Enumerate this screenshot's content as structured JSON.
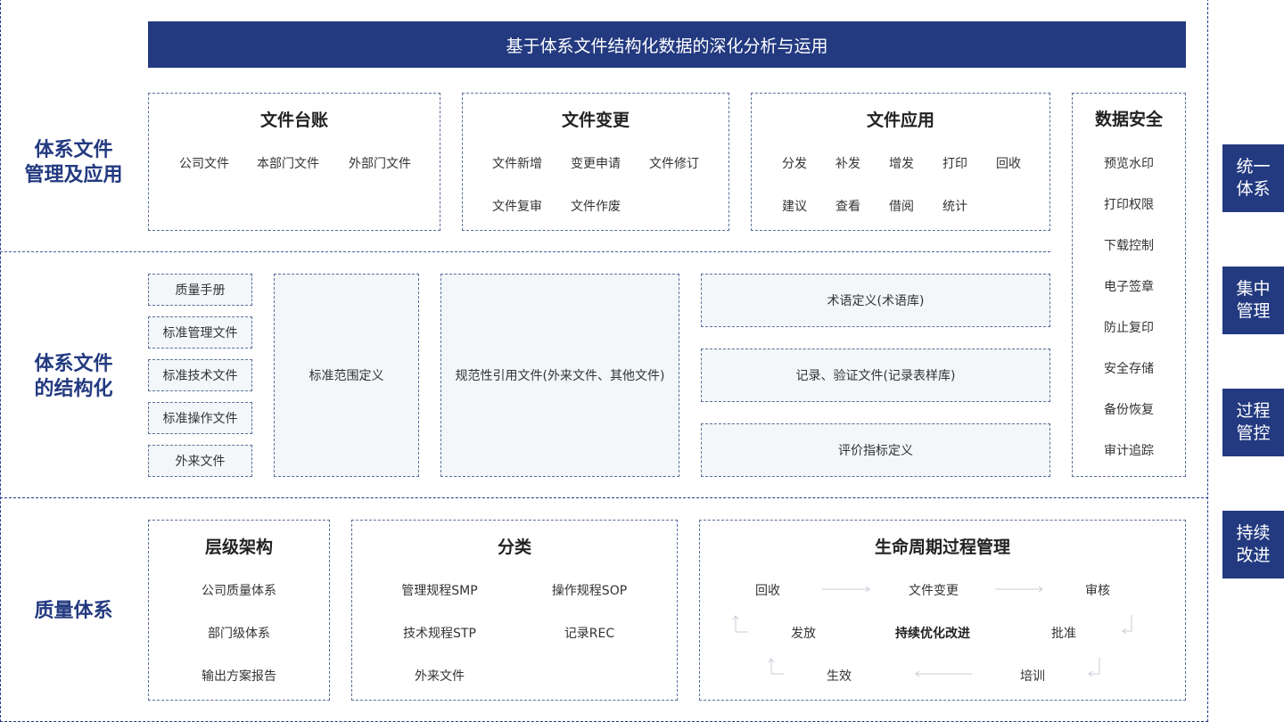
{
  "banner": "基于体系文件结构化数据的深化分析与运用",
  "sections": {
    "app": [
      "体系文件",
      "管理及应用"
    ],
    "struct": [
      "体系文件",
      "的结构化"
    ],
    "quality": "质量体系"
  },
  "ledger": {
    "title": "文件台账",
    "items": [
      "公司文件",
      "本部门文件",
      "外部门文件"
    ]
  },
  "change": {
    "title": "文件变更",
    "items": [
      "文件新增",
      "变更申请",
      "文件修订",
      "文件复审",
      "文件作废"
    ]
  },
  "application": {
    "title": "文件应用",
    "items": [
      "分发",
      "补发",
      "增发",
      "打印",
      "回收",
      "建议",
      "查看",
      "借阅",
      "统计"
    ]
  },
  "security": {
    "title": "数据安全",
    "items": [
      "预览水印",
      "打印权限",
      "下载控制",
      "电子签章",
      "防止复印",
      "安全存储",
      "备份恢复",
      "审计追踪"
    ]
  },
  "structure": {
    "doc_types": [
      "质量手册",
      "标准管理文件",
      "标准技术文件",
      "标准操作文件",
      "外来文件"
    ],
    "scope": "标准范围定义",
    "normative": "规范性引用文件(外来文件、其他文件)",
    "terms": "术语定义(术语库)",
    "records": "记录、验证文件(记录表样库)",
    "indicators": "评价指标定义"
  },
  "hierarchy": {
    "title": "层级架构",
    "items": [
      "公司质量体系",
      "部门级体系",
      "输出方案报告"
    ]
  },
  "classification": {
    "title": "分类",
    "items": [
      "管理规程SMP",
      "操作规程SOP",
      "技术规程STP",
      "记录REC",
      "外来文件"
    ]
  },
  "lifecycle": {
    "title": "生命周期过程管理",
    "steps": [
      "回收",
      "文件变更",
      "审核",
      "发放",
      "持续优化改进",
      "批准",
      "生效",
      "培训"
    ]
  },
  "badges": [
    [
      "统一",
      "体系"
    ],
    [
      "集中",
      "管理"
    ],
    [
      "过程",
      "管控"
    ],
    [
      "持续",
      "改进"
    ]
  ],
  "colors": {
    "primary": "#233a80",
    "cell_fill": "#f3f7fa"
  }
}
